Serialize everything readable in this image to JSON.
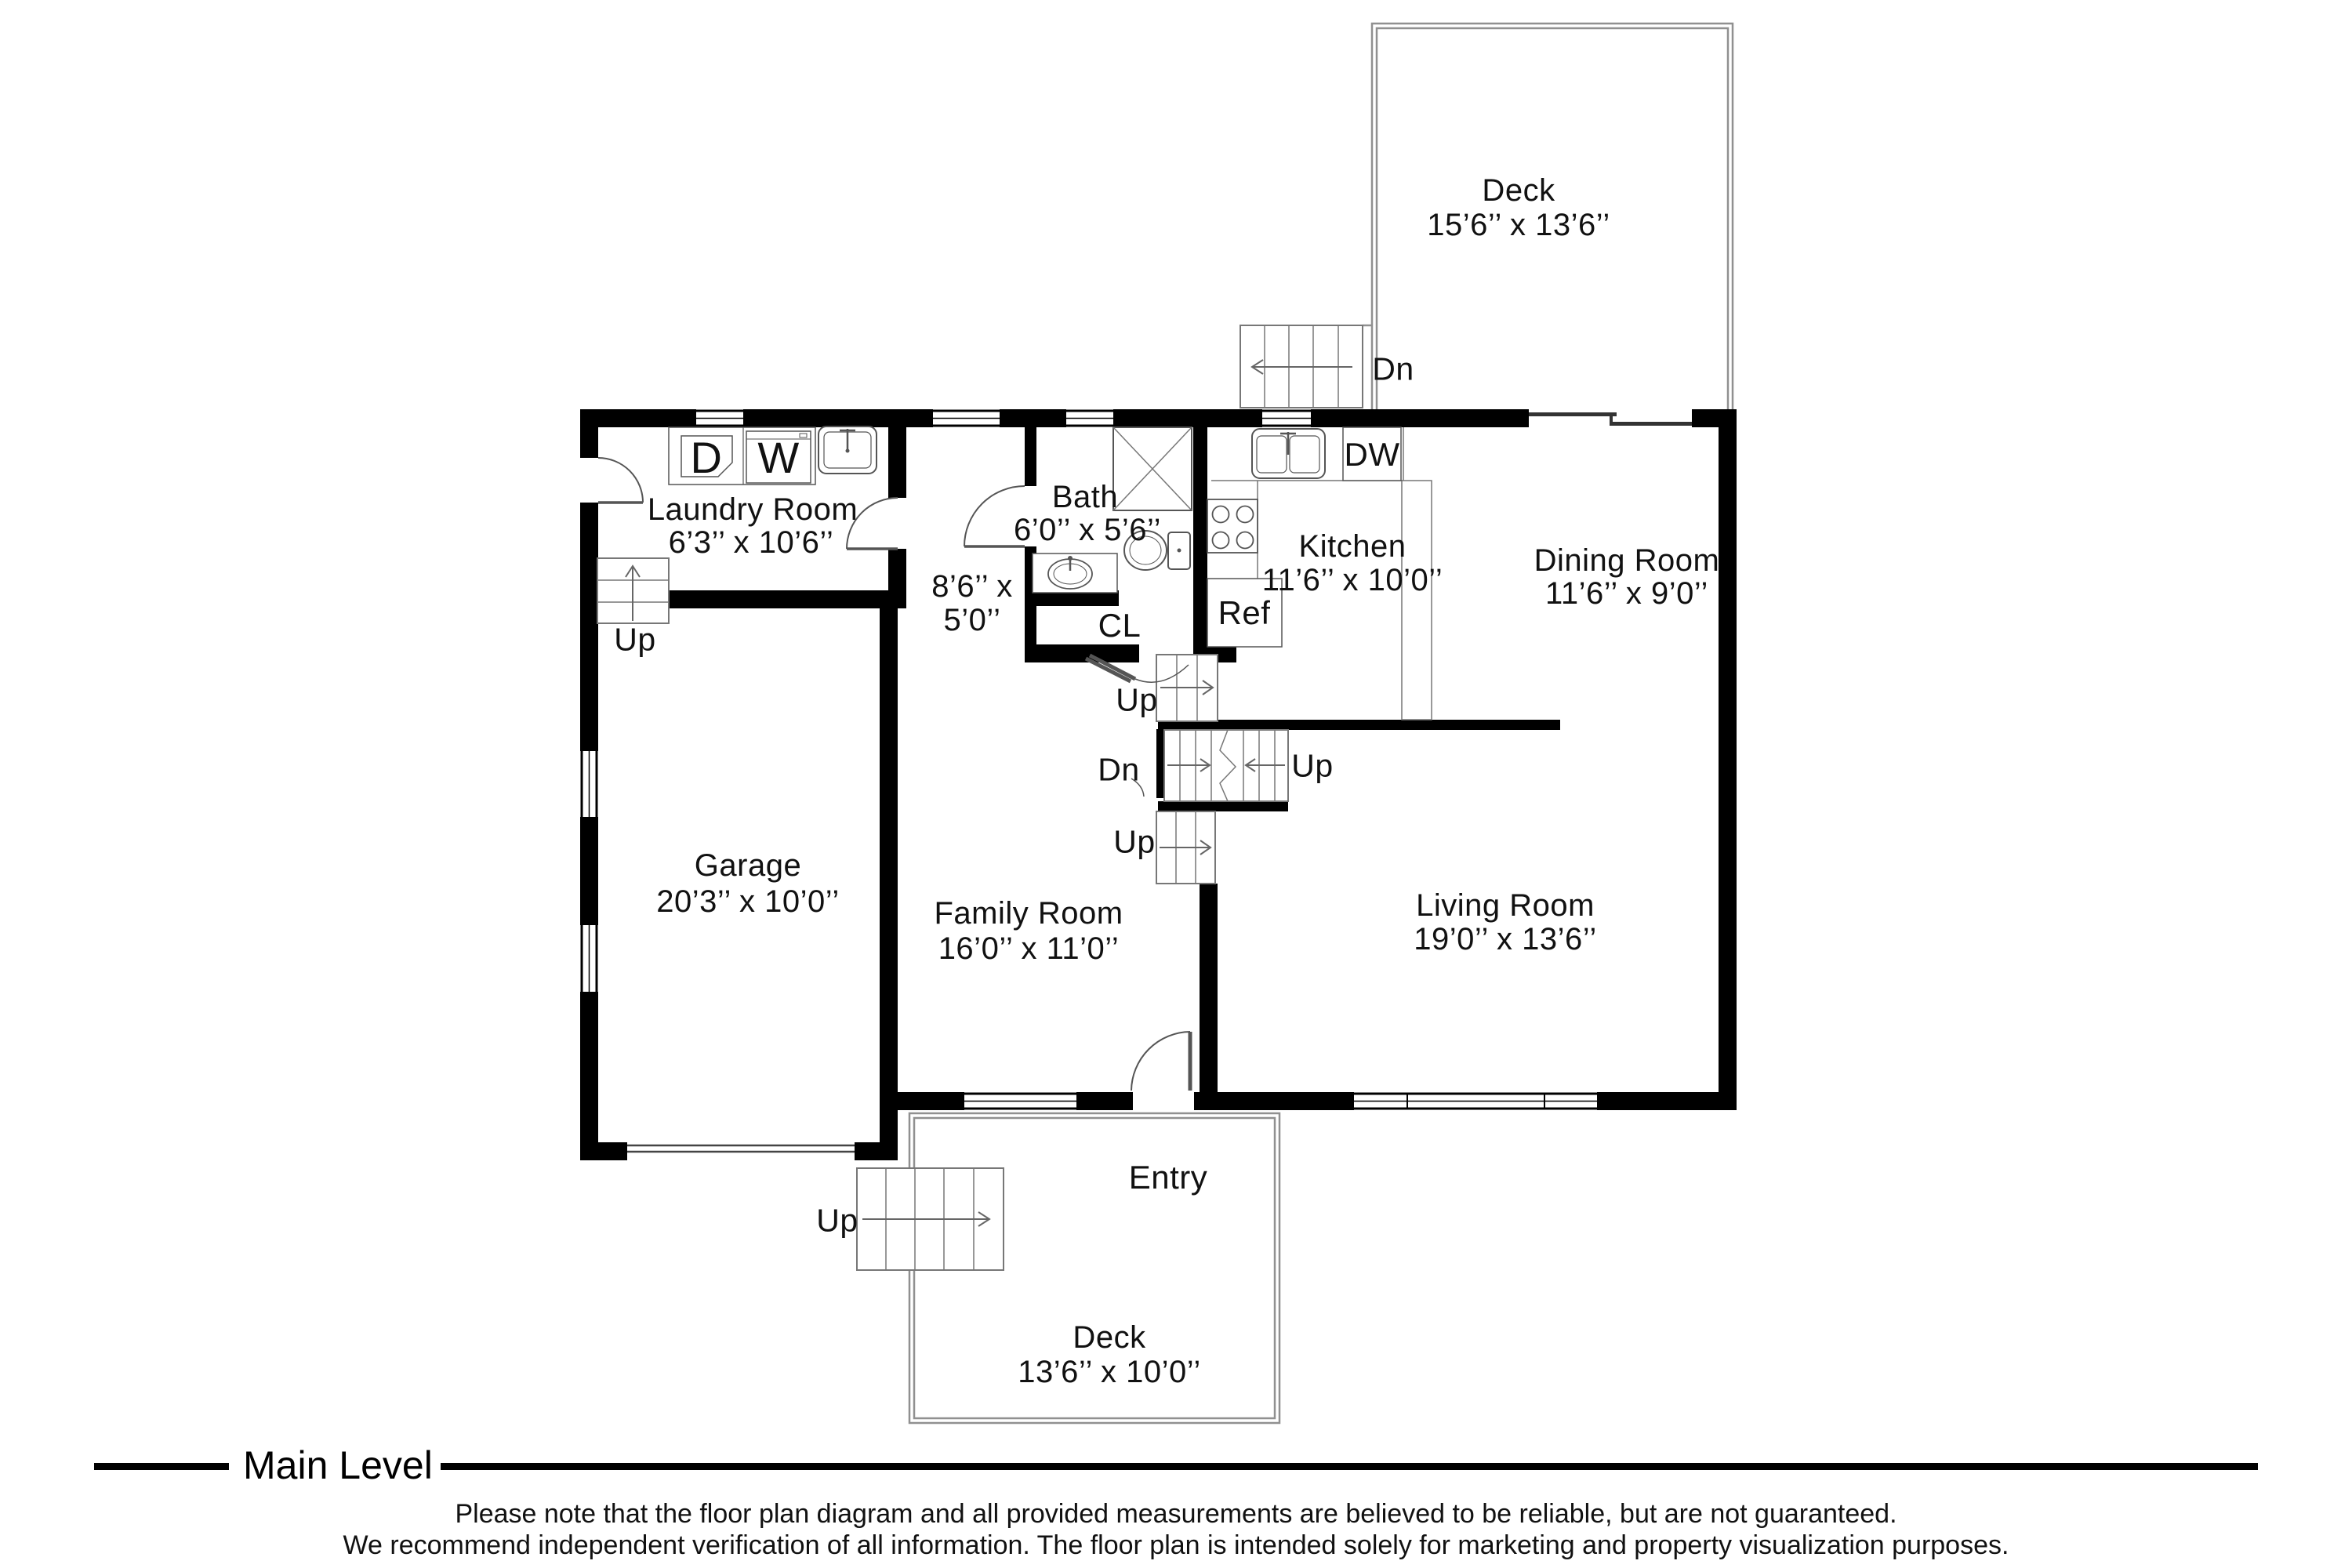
{
  "floor_plan": {
    "level_title": "Main Level",
    "disclaimer_line1": "Please note that the floor plan diagram and all provided measurements are believed to be reliable, but are not guaranteed.",
    "disclaimer_line2": "We recommend independent verification of all information. The floor plan is intended solely for marketing and property visualization purposes.",
    "rooms": {
      "deck_top": {
        "name": "Deck",
        "dims": "15’6’’ x 13’6’’"
      },
      "laundry": {
        "name": "Laundry Room",
        "dims": "6’3’’ x 10’6’’"
      },
      "hall": {
        "dims_line1": "8’6’’ x",
        "dims_line2": "5’0’’"
      },
      "bath": {
        "name": "Bath",
        "dims": "6’0’’ x 5’6’’"
      },
      "closet": {
        "name": "CL"
      },
      "kitchen": {
        "name": "Kitchen",
        "dims": "11’6’’ x 10’0’’"
      },
      "dining": {
        "name": "Dining Room",
        "dims": "11’6’’ x 9’0’’"
      },
      "garage": {
        "name": "Garage",
        "dims": "20’3’’ x 10’0’’"
      },
      "family": {
        "name": "Family Room",
        "dims": "16’0’’ x 11’0’’"
      },
      "living": {
        "name": "Living Room",
        "dims": "19’0’’ x 13’6’’"
      },
      "entry": {
        "name": "Entry"
      },
      "deck_bottom": {
        "name": "Deck",
        "dims": "13’6’’ x 10’0’’"
      }
    },
    "fixtures": {
      "dryer": "D",
      "washer": "W",
      "dishwasher": "DW",
      "refrigerator": "Ref"
    },
    "stairs": {
      "up": "Up",
      "down": "Dn"
    }
  }
}
